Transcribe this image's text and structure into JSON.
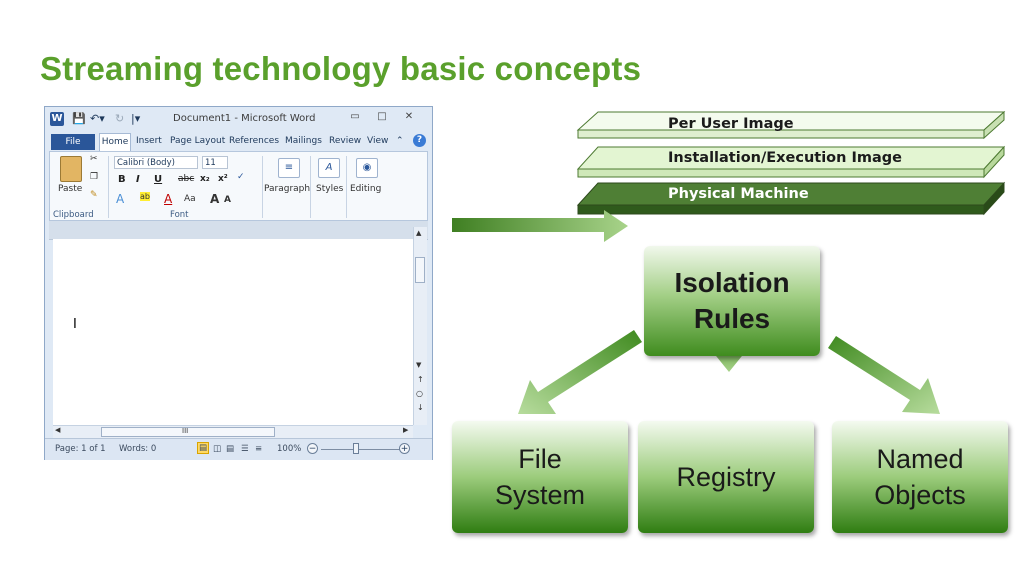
{
  "slide": {
    "title": "Streaming technology basic concepts"
  },
  "word_window": {
    "title": "Document1 - Microsoft Word",
    "app_icon": "W",
    "tabs": [
      "File",
      "Home",
      "Insert",
      "Page Layout",
      "References",
      "Mailings",
      "Review",
      "View"
    ],
    "font_name": "Calibri (Body)",
    "font_size": "11",
    "paste_label": "Paste",
    "bold": "B",
    "italic": "I",
    "underline": "U",
    "strikethrough": "abc",
    "subscript": "x₂",
    "superscript": "x²",
    "change_case": "Aa",
    "grow_font": "A",
    "shrink_font": "A",
    "paragraph_label": "Paragraph",
    "styles_label": "Styles",
    "editing_label": "Editing",
    "clipboard_group": "Clipboard",
    "font_group": "Font",
    "status_page": "Page: 1 of 1",
    "status_words": "Words: 0",
    "zoom": "100%",
    "zoom_out": "−",
    "zoom_in": "+",
    "hscroll_mark": "III"
  },
  "diagram": {
    "layers": [
      "Per User Image",
      "Installation/Execution Image",
      "Physical Machine"
    ],
    "center": "Isolation Rules",
    "leaves": [
      "File System",
      "Registry",
      "Named Objects"
    ],
    "colors": {
      "title_green": "#5aa02c",
      "layer_light": "#e3f5d2",
      "layer_dark": "#3e6b27",
      "arrow_green": "#5e9c3c"
    }
  }
}
